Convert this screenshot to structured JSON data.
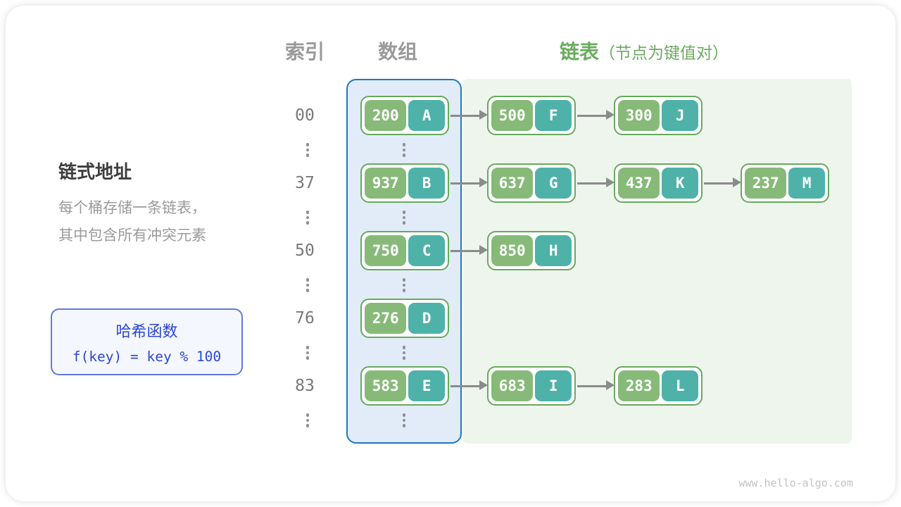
{
  "page": {
    "watermark": "www.hello-algo.com"
  },
  "headers": {
    "index": "索引",
    "array": "数组",
    "list": "链表",
    "list_note": "（节点为键值对）"
  },
  "left_panel": {
    "title": "链式地址",
    "desc_line1": "每个桶存储一条链表，",
    "desc_line2": "其中包含所有冲突元素"
  },
  "hash_box": {
    "title": "哈希函数",
    "formula": "f(key) = key % 100"
  },
  "table": {
    "rows": [
      {
        "index": "00",
        "nodes": [
          {
            "key": "200",
            "value": "A"
          },
          {
            "key": "500",
            "value": "F"
          },
          {
            "key": "300",
            "value": "J"
          }
        ]
      },
      {
        "index": "37",
        "nodes": [
          {
            "key": "937",
            "value": "B"
          },
          {
            "key": "637",
            "value": "G"
          },
          {
            "key": "437",
            "value": "K"
          },
          {
            "key": "237",
            "value": "M"
          }
        ]
      },
      {
        "index": "50",
        "nodes": [
          {
            "key": "750",
            "value": "C"
          },
          {
            "key": "850",
            "value": "H"
          }
        ]
      },
      {
        "index": "76",
        "nodes": [
          {
            "key": "276",
            "value": "D"
          }
        ]
      },
      {
        "index": "83",
        "nodes": [
          {
            "key": "583",
            "value": "E"
          },
          {
            "key": "683",
            "value": "I"
          },
          {
            "key": "283",
            "value": "L"
          }
        ]
      }
    ]
  },
  "colors": {
    "node_key_green": "#87ba79",
    "node_value_teal": "#4eb2a9",
    "node_border_green": "#67aa5c",
    "array_fill": "#e1ecf8",
    "array_border": "#1e78c2",
    "list_bg": "#edf5ec",
    "arrow_gray": "#8b8b8b",
    "dots_gray": "#8f8f8f",
    "header_gray": "#9a9a9a",
    "header_green": "#6aab5e",
    "index_gray": "#787878",
    "title_dark": "#3d3d3d",
    "desc_gray": "#9b9b9b",
    "hash_border": "#6479da",
    "hash_fill": "#f4f7fe",
    "hash_text": "#2b47d1",
    "watermark_gray": "#c2c2c2"
  }
}
